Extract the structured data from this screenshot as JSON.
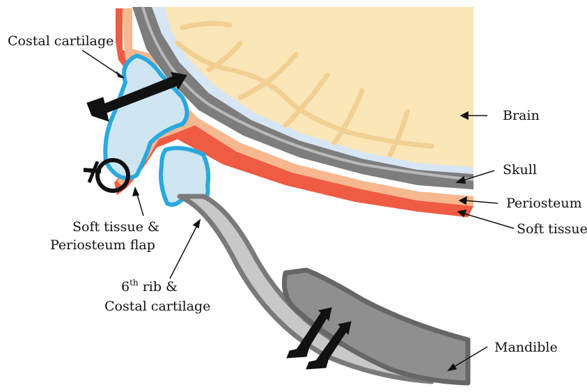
{
  "labels": {
    "costal_cartilage": "Costal cartilage",
    "brain": "Brain",
    "skull": "Skull",
    "periosteum": "Periosteum",
    "soft_tissue": "Soft tissue",
    "flap_line1": "Soft tissue &",
    "flap_line2": "Periosteum flap",
    "rib_number": "6",
    "rib_suffix": "th",
    "rib_line1_rest": " rib &",
    "rib_line2": "Costal cartilage",
    "mandible": "Mandible"
  },
  "colors": {
    "brain": "#fbe6b8",
    "brain_fold": "#f2cf92",
    "meninges": "#d6e6f4",
    "skull": "#7d7d7d",
    "skull_inner": "#b9b9b9",
    "periosteum": "#f7b78f",
    "soft_tissue": "#ef5b43",
    "cartilage_fill": "#cde6f1",
    "cartilage_outline": "#2aa8e0",
    "rib_fill": "#c8c8c8",
    "rib_outline": "#7a7a7a",
    "mandible_fill": "#8f8f8f",
    "mandible_outline": "#666666",
    "screw": "#111111"
  },
  "icons": [
    "screw-icon",
    "suture-icon"
  ]
}
